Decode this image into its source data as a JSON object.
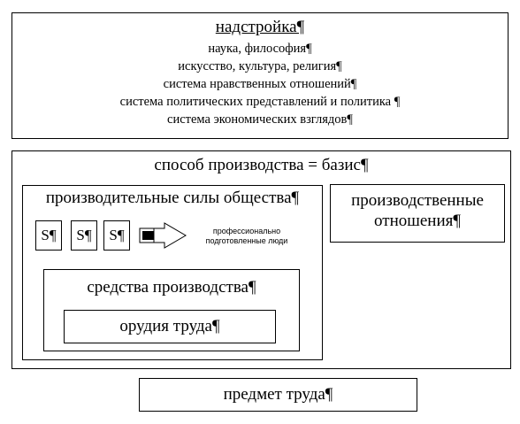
{
  "superstructure": {
    "title": "надстройка¶",
    "items": [
      "наука, философия¶",
      "искусство, культура, религия¶",
      "система нравственных отношений¶",
      "система политических представлений и политика ¶",
      "система экономических взглядов¶"
    ]
  },
  "base": {
    "title": "способ производства = базис¶",
    "productive_forces": {
      "title": "производительные силы общества¶",
      "s_boxes": [
        "S¶",
        "S¶",
        "S¶"
      ],
      "arrow_label_line1": "профессионально",
      "arrow_label_line2": "подготовленные люди",
      "means_of_production": {
        "title": "средства производства¶",
        "tools": "орудия труда¶"
      }
    },
    "relations_of_production": {
      "line1": "производственные",
      "line2": "отношения¶"
    }
  },
  "subject_of_labour": "предмет труда¶"
}
